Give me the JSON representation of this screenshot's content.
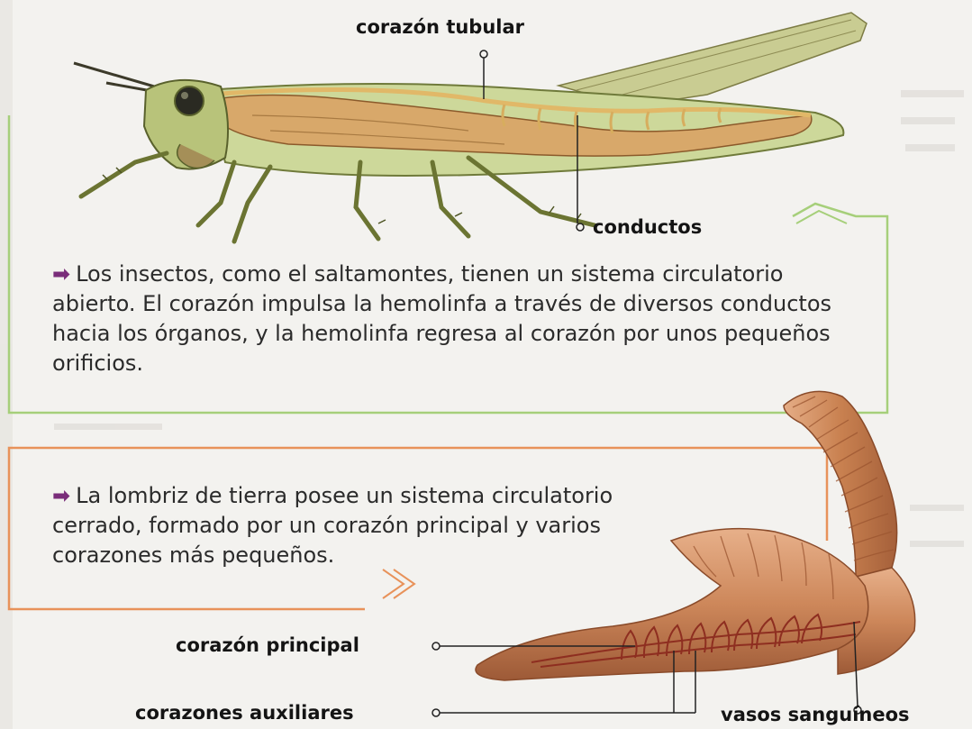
{
  "insect": {
    "label_heart": "corazón tubular",
    "label_ducts": "conductos",
    "bullet": "➡",
    "description": "Los insectos, como el saltamontes, tienen un sistema circulatorio abierto. El corazón impulsa la hemolinfa a través de diversos conductos hacia los órganos, y la hemolinfa regresa al corazón por unos pequeños orificios."
  },
  "worm": {
    "bullet": "➡",
    "description": "La lombriz de tierra posee un sistema circulatorio cerrado, formado por un corazón principal y varios corazones más pequeños.",
    "label_main_heart": "corazón principal",
    "label_aux_hearts": "corazones auxiliares",
    "label_vessels": "vasos sanguíneos"
  },
  "colors": {
    "insect_box_border": "#a6cf7a",
    "worm_box_border": "#e8925a",
    "bullet_arrow": "#7a2d7a",
    "grasshopper_body": "#cdd89a",
    "heart_tube": "#e1b868",
    "worm_body": "#c98150"
  }
}
